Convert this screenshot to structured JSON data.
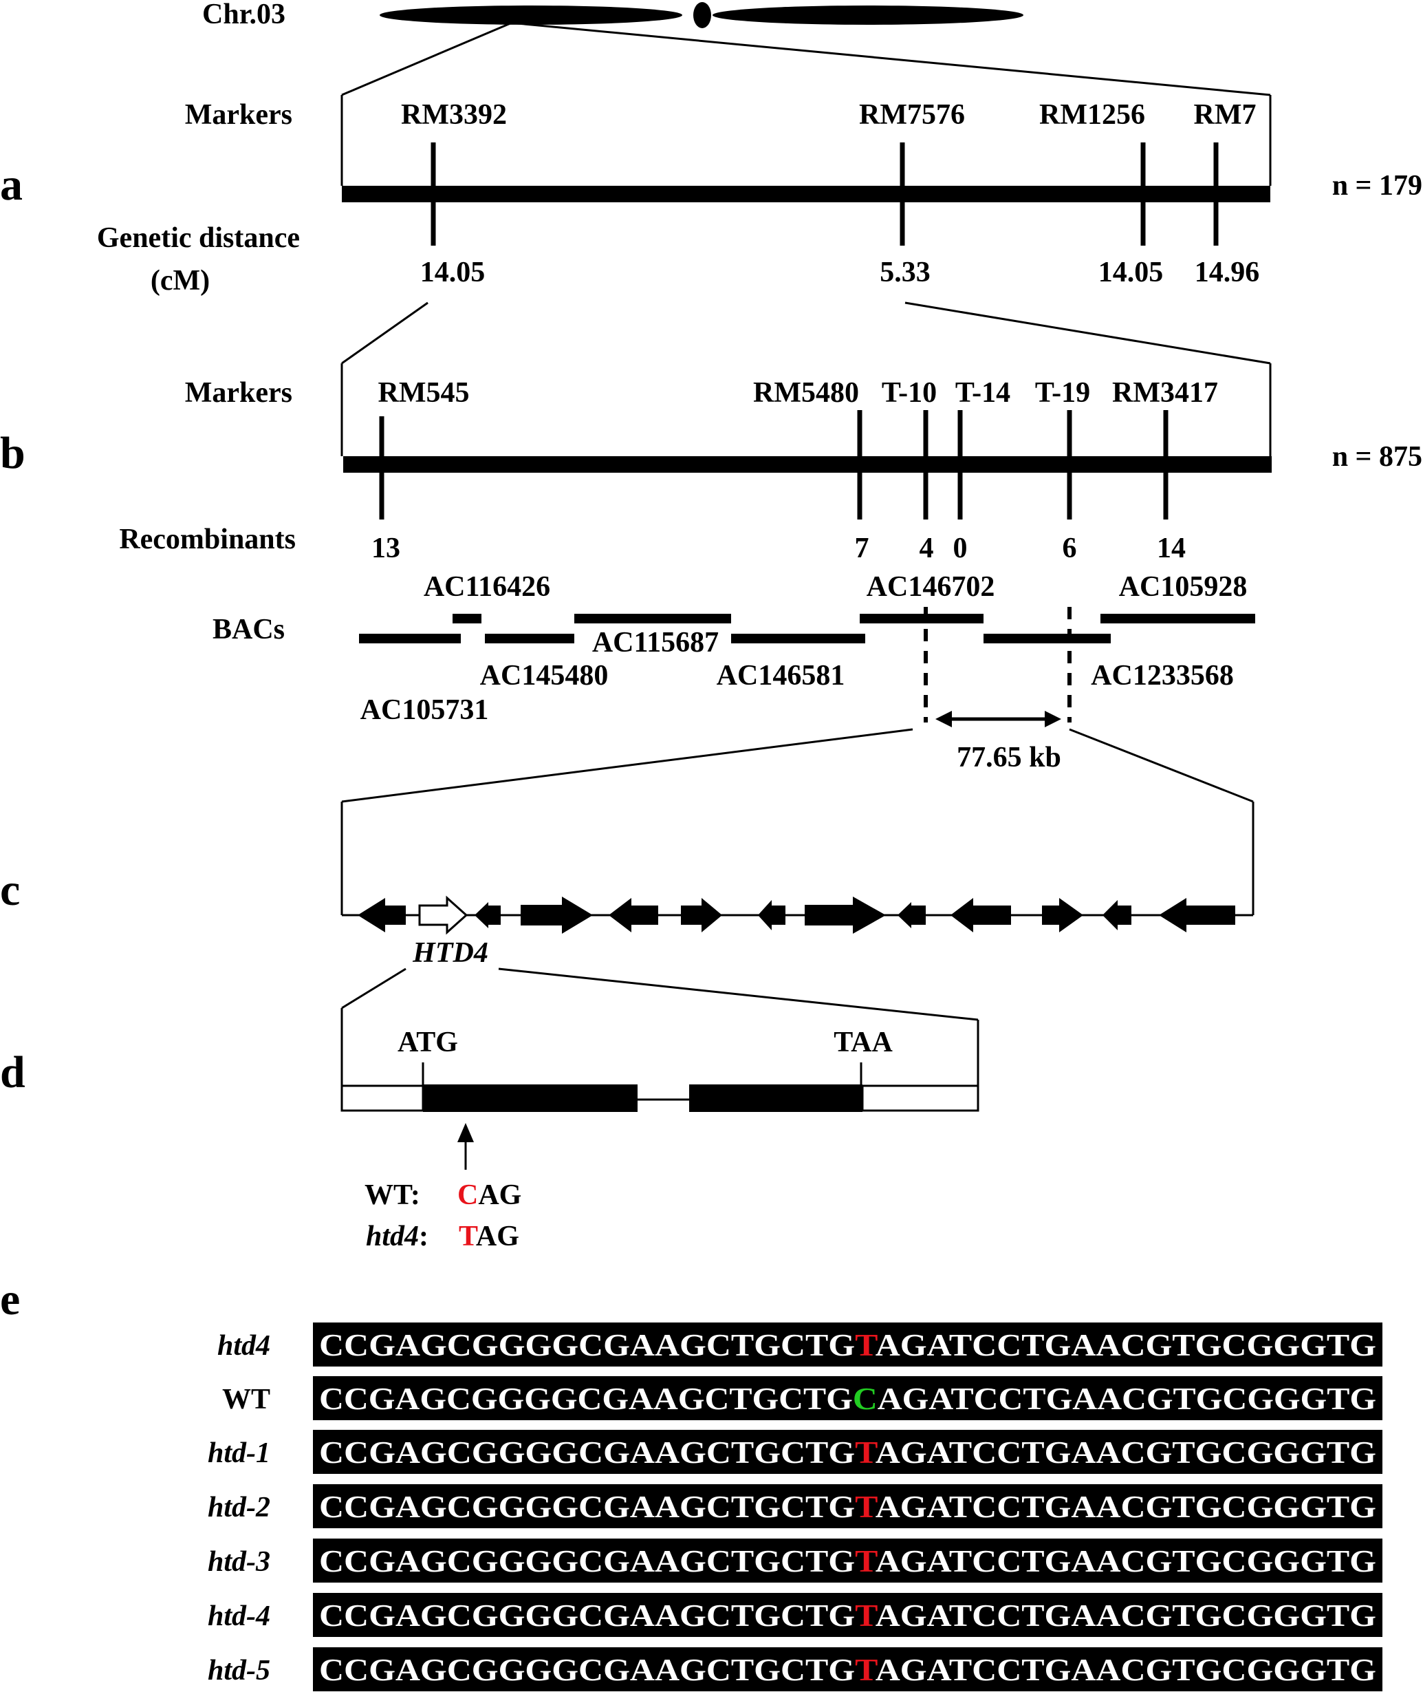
{
  "chromosome": {
    "label": "Chr.03"
  },
  "panel_a": {
    "letter": "a",
    "markers_label": "Markers",
    "distance_label_line1": "Genetic distance",
    "distance_label_line2": "(cM)",
    "n_label": "n = 179",
    "markers": [
      {
        "name": "RM3392",
        "value": "14.05"
      },
      {
        "name": "RM7576",
        "value": "5.33"
      },
      {
        "name": "RM1256",
        "value": "14.05"
      },
      {
        "name": "RM7",
        "value": "14.96"
      }
    ]
  },
  "panel_b": {
    "letter": "b",
    "markers_label": "Markers",
    "recombinants_label": "Recombinants",
    "bacs_label": "BACs",
    "n_label": "n = 875",
    "markers": [
      {
        "name": "RM545",
        "recombinants": "13"
      },
      {
        "name": "RM5480",
        "recombinants": "7"
      },
      {
        "name": "T-10",
        "recombinants": "4"
      },
      {
        "name": "T-14",
        "recombinants": "0"
      },
      {
        "name": "T-19",
        "recombinants": "6"
      },
      {
        "name": "RM3417",
        "recombinants": "14"
      }
    ],
    "bacs": [
      "AC116426",
      "AC105731",
      "AC145480",
      "AC115687",
      "AC146581",
      "AC146702",
      "AC1233568",
      "AC105928"
    ],
    "interval_label": "77.65 kb"
  },
  "panel_c": {
    "letter": "c",
    "gene_label": "HTD4"
  },
  "panel_d": {
    "letter": "d",
    "start_codon": "ATG",
    "stop_codon": "TAA",
    "wt_label": "WT:",
    "wt_codon_base": "C",
    "wt_codon_rest": "AG",
    "mut_label": "htd4",
    "mut_colon": ":",
    "mut_codon_base": "T",
    "mut_codon_rest": "AG"
  },
  "panel_e": {
    "letter": "e",
    "seq_prefix": "CCGAGCGGGGCGAAGCTGCTG",
    "seq_suffix": "AGATCCTGAACGTGCGGGTG",
    "rows": [
      {
        "name": "htd4",
        "italic": true,
        "base": "T",
        "color": "#e8141c"
      },
      {
        "name": "WT",
        "italic": false,
        "base": "C",
        "color": "#22cc22"
      },
      {
        "name": "htd-1",
        "italic": true,
        "base": "T",
        "color": "#e8141c"
      },
      {
        "name": "htd-2",
        "italic": true,
        "base": "T",
        "color": "#e8141c"
      },
      {
        "name": "htd-3",
        "italic": true,
        "base": "T",
        "color": "#e8141c"
      },
      {
        "name": "htd-4",
        "italic": true,
        "base": "T",
        "color": "#e8141c"
      },
      {
        "name": "htd-5",
        "italic": true,
        "base": "T",
        "color": "#e8141c"
      }
    ]
  },
  "colors": {
    "mutation": "#e8141c",
    "wildtype": "#22cc22",
    "ink": "#000000"
  }
}
